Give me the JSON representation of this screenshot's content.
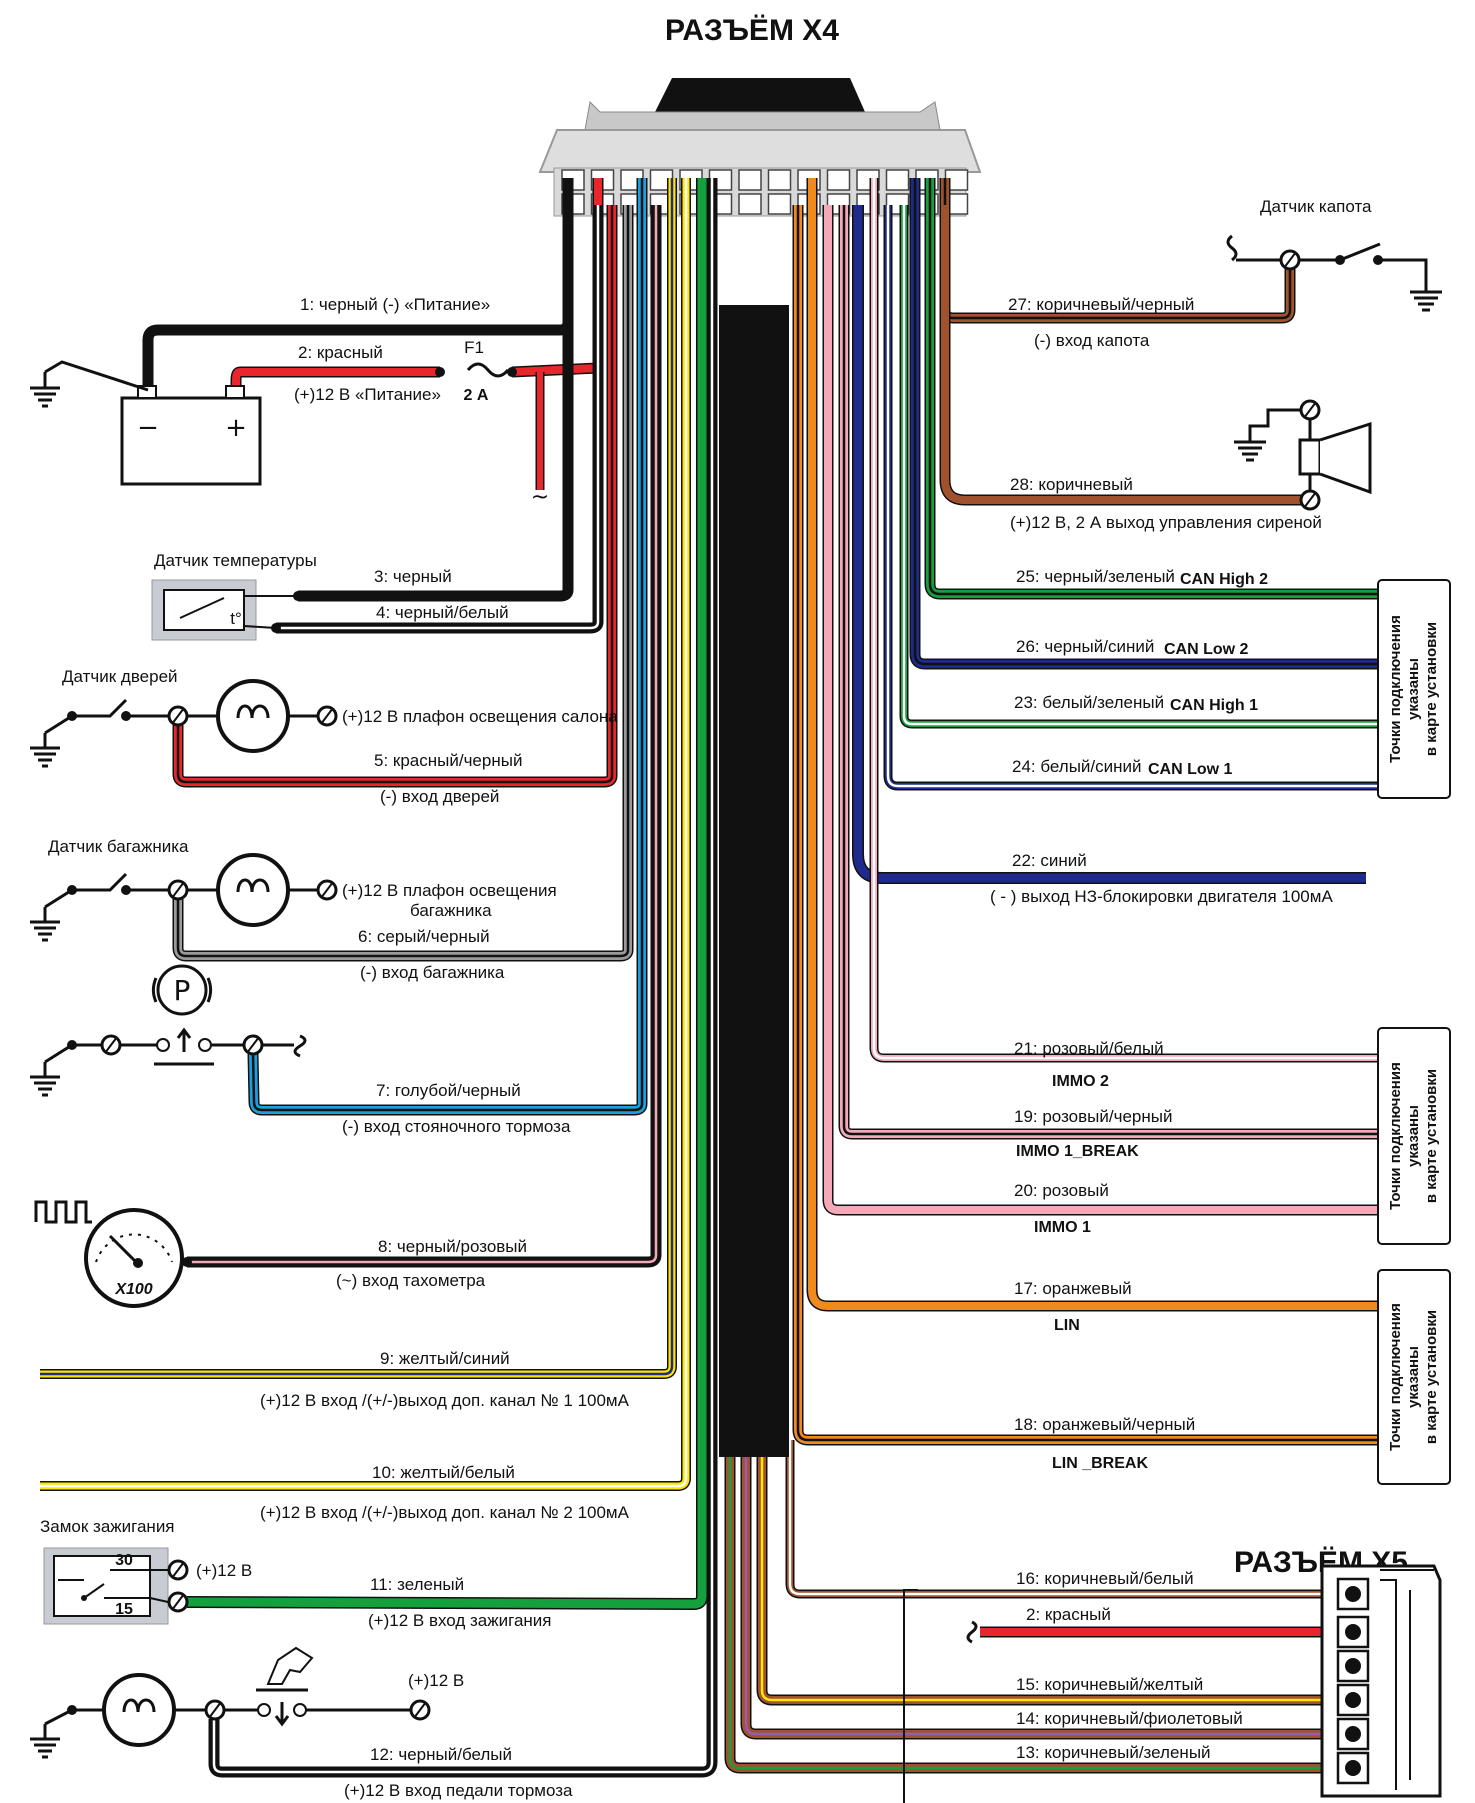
{
  "titles": {
    "connector_x4": "РАЗЪЁМ X4",
    "connector_x5": "РАЗЪЁМ X5"
  },
  "left_wires": [
    {
      "id": "w1",
      "label": "1: черный (-) «Питание»",
      "colors": [
        "#111111"
      ]
    },
    {
      "id": "w2",
      "label": "2: красный",
      "sub": "(+)12 В «Питание»",
      "colors": [
        "#e8262b"
      ]
    },
    {
      "id": "w3",
      "label": "3: черный",
      "colors": [
        "#111111"
      ]
    },
    {
      "id": "w4",
      "label": "4: черный/белый",
      "colors": [
        "#111111",
        "#ffffff"
      ]
    },
    {
      "id": "w5",
      "label": "5: красный/черный",
      "sub": "(-) вход дверей",
      "colors": [
        "#e8262b",
        "#111111"
      ]
    },
    {
      "id": "w6",
      "label": "6: серый/черный",
      "sub": "(-) вход багажника",
      "colors": [
        "#9a9a9a",
        "#111111"
      ]
    },
    {
      "id": "w7",
      "label": "7: голубой/черный",
      "sub": "(-) вход стояночного тормоза",
      "colors": [
        "#1aa0e0",
        "#111111"
      ]
    },
    {
      "id": "w8",
      "label": "8: черный/розовый",
      "sub": "(~) вход тахометра",
      "colors": [
        "#111111",
        "#f4a9b8"
      ]
    },
    {
      "id": "w9",
      "label": "9: желтый/синий",
      "sub": "(+)12 В вход /(+/-)выход доп. канал № 1 100мА",
      "colors": [
        "#ffe500",
        "#1e2a8c"
      ]
    },
    {
      "id": "w10",
      "label": "10: желтый/белый",
      "sub": "(+)12 В вход /(+/-)выход доп. канал № 2 100мА",
      "colors": [
        "#ffe500",
        "#ffffff"
      ]
    },
    {
      "id": "w11",
      "label": "11: зеленый",
      "sub": "(+)12 В вход зажигания",
      "colors": [
        "#14a03c"
      ]
    },
    {
      "id": "w12",
      "label": "12: черный/белый",
      "sub": "(+)12 В вход педали тормоза",
      "colors": [
        "#111111",
        "#ffffff"
      ]
    }
  ],
  "right_wires": [
    {
      "id": "w27",
      "label": "27: коричневый/черный",
      "sub": "(-) вход капота",
      "colors": [
        "#a0522d",
        "#111111"
      ]
    },
    {
      "id": "w28",
      "label": "28: коричневый",
      "sub": "(+)12 В, 2 А выход управления сиреной",
      "colors": [
        "#a0522d"
      ]
    },
    {
      "id": "w25",
      "label": "25: черный/зеленый",
      "tag": "CAN High 2",
      "colors": [
        "#14a03c",
        "#111111"
      ]
    },
    {
      "id": "w26",
      "label": "26: черный/синий",
      "tag": "CAN Low 2",
      "colors": [
        "#1e2a8c",
        "#111111"
      ]
    },
    {
      "id": "w23",
      "label": "23: белый/зеленый",
      "tag": "CAN High 1",
      "colors": [
        "#14a03c",
        "#ffffff"
      ]
    },
    {
      "id": "w24",
      "label": "24: белый/синий",
      "tag": "CAN Low 1",
      "colors": [
        "#1e2a8c",
        "#ffffff"
      ]
    },
    {
      "id": "w22",
      "label": "22: синий",
      "sub": "( - ) выход НЗ-блокировки двигателя 100мА",
      "colors": [
        "#1e2a8c"
      ]
    },
    {
      "id": "w21",
      "label": "21: розовый/белый",
      "tag": "IMMO 2",
      "colors": [
        "#f4a9b8",
        "#ffffff"
      ]
    },
    {
      "id": "w19",
      "label": "19: розовый/черный",
      "tag": "IMMO 1_BREAK",
      "colors": [
        "#f4a9b8",
        "#111111"
      ]
    },
    {
      "id": "w20",
      "label": "20: розовый",
      "tag": "IMMO 1",
      "colors": [
        "#f4a9b8"
      ]
    },
    {
      "id": "w17",
      "label": "17: оранжевый",
      "tag": "LIN",
      "colors": [
        "#f18a1c"
      ]
    },
    {
      "id": "w18",
      "label": "18: оранжевый/черный",
      "tag": "LIN _BREAK",
      "colors": [
        "#f18a1c",
        "#111111"
      ]
    }
  ],
  "x5_wires": [
    {
      "id": "w16",
      "label": "16: коричневый/белый",
      "colors": [
        "#a0522d",
        "#ffffff"
      ]
    },
    {
      "id": "wx2",
      "label": "2: красный",
      "colors": [
        "#e8262b"
      ]
    },
    {
      "id": "w15",
      "label": "15: коричневый/желтый",
      "colors": [
        "#a0522d",
        "#ffe500"
      ]
    },
    {
      "id": "w14",
      "label": "14: коричневый/фиолетовый",
      "colors": [
        "#a0522d",
        "#9b59b6"
      ]
    },
    {
      "id": "w13",
      "label": "13: коричневый/зеленый",
      "colors": [
        "#a0522d",
        "#14a03c"
      ]
    }
  ],
  "components": {
    "hood_sensor": "Датчик капота",
    "temp_sensor": "Датчик температуры",
    "temp_symbol": "t°",
    "door_sensor": "Датчик дверей",
    "door_lamp": "(+)12 В плафон освещения салона",
    "trunk_sensor": "Датчик багажника",
    "trunk_lamp_1": "(+)12 В плафон освещения",
    "trunk_lamp_2": "багажника",
    "ignition_lock": "Замок зажигания",
    "ign_30": "30",
    "ign_15": "15",
    "ign_12v": "(+)12 В",
    "brake_12v": "(+)12 В",
    "tacho_scale": "X100",
    "fuse_name": "F1",
    "fuse_rating": "2 А",
    "battery_minus": "−",
    "battery_plus": "+",
    "parking_symbol": "P",
    "ac_symbol": "~"
  },
  "install_boxes": [
    {
      "lines": [
        "Точки подключения",
        "указаны",
        "в карте установки"
      ]
    },
    {
      "lines": [
        "Точки подключения",
        "указаны",
        "в карте установки"
      ]
    },
    {
      "lines": [
        "Точки подключения",
        "указаны",
        "в карте установки"
      ]
    }
  ],
  "colors": {
    "black": "#111111",
    "red": "#e8262b",
    "white": "#ffffff",
    "gray": "#9a9a9a",
    "light_blue": "#1aa0e0",
    "pink": "#f4a9b8",
    "yellow": "#ffe500",
    "green": "#14a03c",
    "brown": "#a0522d",
    "dark_blue": "#1e2a8c",
    "orange": "#f18a1c",
    "violet": "#9b59b6",
    "connector_gray": "#d9d9d9",
    "sensor_gray": "#c8ccd2"
  }
}
